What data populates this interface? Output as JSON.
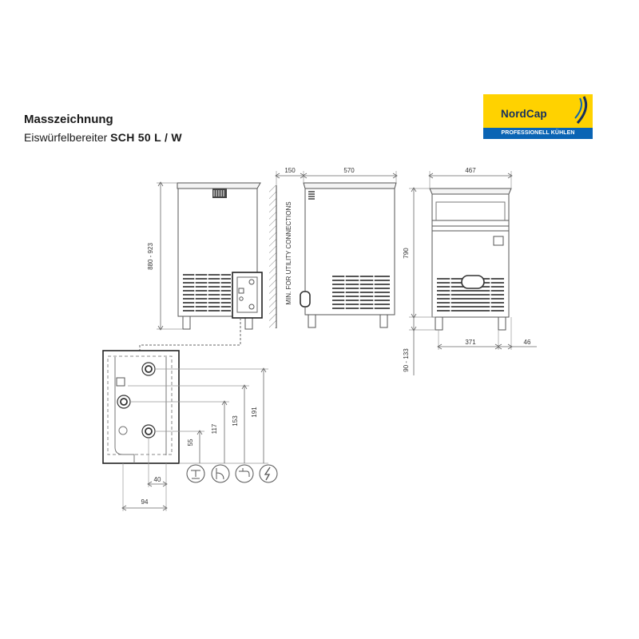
{
  "header": {
    "title": "Masszeichnung",
    "subtitle_prefix": "Eiswürfelbereiter ",
    "model": "SCH 50 L / W"
  },
  "logo": {
    "brand": "NordCap",
    "tagline": "PROFESSIONELL KÜHLEN",
    "colors": {
      "yellow": "#ffd200",
      "blue": "#0a64b4",
      "navy": "#16305f"
    }
  },
  "dimensions": {
    "side_height": "880 - 923",
    "wall_gap": "150",
    "back_width": "570",
    "wall_label": "MIN. FOR UTILITY CONNECTIONS",
    "front_width": "467",
    "front_height": "790",
    "feet_height": "90 - 133",
    "inner_width": "371",
    "side_offset": "46",
    "detail": {
      "h1": "55",
      "h2": "117",
      "h3": "153",
      "h4": "191",
      "w1": "40",
      "w2": "94"
    }
  },
  "connection_icons": [
    "drain-icon",
    "water-inlet-icon",
    "water-tap-icon",
    "power-plug-icon"
  ]
}
